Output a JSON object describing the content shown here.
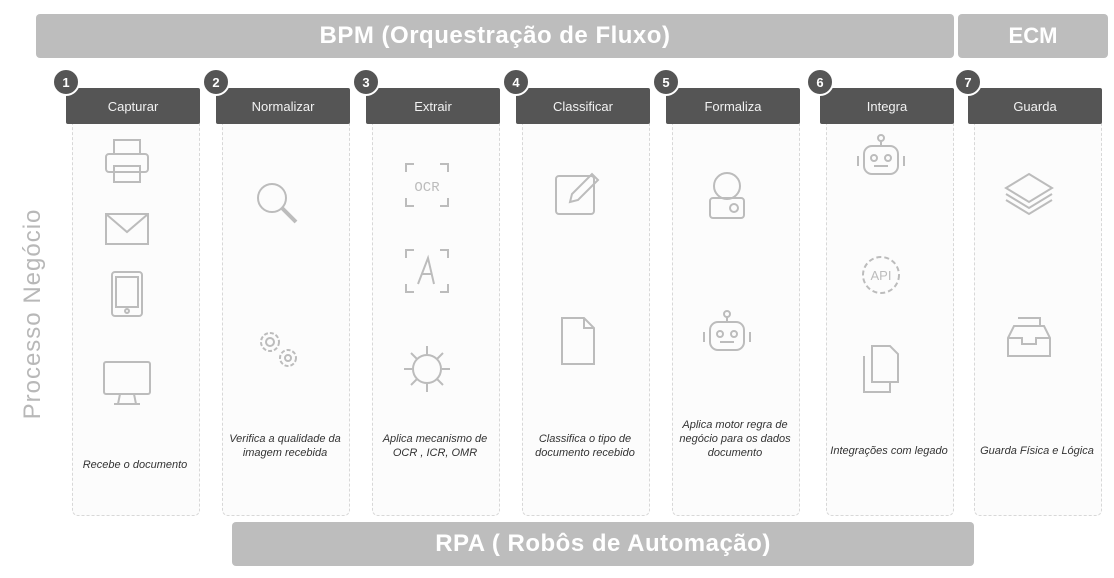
{
  "top_banner": {
    "bpm": "BPM (Orquestração de Fluxo)",
    "ecm": "ECM"
  },
  "side_label": "Processo Negócio",
  "bottom_banner": "RPA ( Robôs de Automação)",
  "steps": [
    {
      "number": "1",
      "title": "Capturar",
      "description": "Recebe o documento",
      "icons": [
        "printer-icon",
        "envelope-icon",
        "tablet-icon",
        "monitor-icon"
      ]
    },
    {
      "number": "2",
      "title": "Normalizar",
      "description": "Verifica a qualidade da imagem recebida",
      "icons": [
        "magnifier-icon",
        "gears-icon"
      ]
    },
    {
      "number": "3",
      "title": "Extrair",
      "description": "Aplica mecanismo de OCR , ICR, OMR",
      "icons": [
        "ocr-icon",
        "handwriting-icon",
        "chip-icon"
      ]
    },
    {
      "number": "4",
      "title": "Classificar",
      "description": "Classifica o tipo de documento recebido",
      "icons": [
        "edit-icon",
        "document-icon"
      ]
    },
    {
      "number": "5",
      "title": "Formaliza",
      "description": "Aplica motor regra de negócio para os dados documento",
      "icons": [
        "person-icon",
        "robot-icon"
      ]
    },
    {
      "number": "6",
      "title": "Integra",
      "description": "Integrações com legado",
      "icons": [
        "robot-icon",
        "api-icon",
        "files-icon"
      ]
    },
    {
      "number": "7",
      "title": "Guarda",
      "description": "Guarda Física e Lógica",
      "icons": [
        "layers-icon",
        "archive-icon"
      ]
    }
  ],
  "icon_labels": {
    "ocr": "OCR",
    "api": "API"
  }
}
